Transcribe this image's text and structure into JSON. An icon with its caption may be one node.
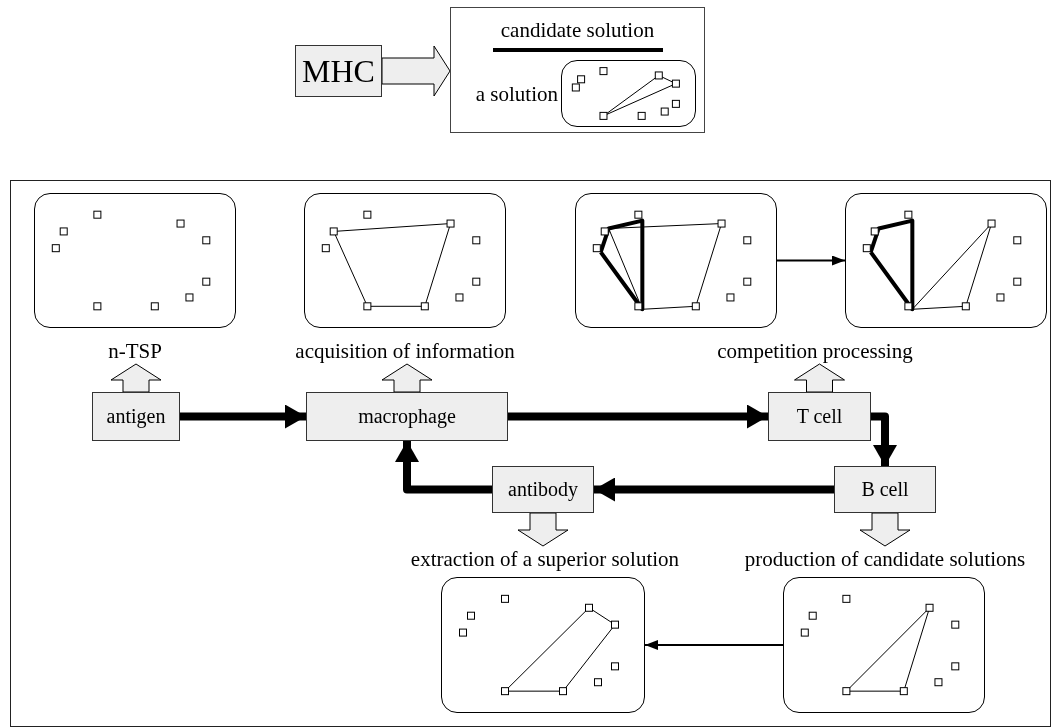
{
  "diagram": {
    "nodes": [
      {
        "text": [
          "MHC"
        ]
      },
      {
        "text": [
          "candidate solution"
        ]
      },
      {
        "text": [],
        "shape": "picture",
        "in": 1,
        "beside": [
          "a solution"
        ]
      },
      {
        "text": [],
        "shape": "box"
      },
      {
        "text": [],
        "shape": "picture",
        "in": 3
      },
      {
        "text": [],
        "shape": "picture",
        "in": 3
      },
      {
        "text": [],
        "shape": "picture",
        "in": 3
      },
      {
        "text": [],
        "shape": "picture",
        "in": 3
      },
      {
        "text": [
          "n-TSP"
        ],
        "in": 3
      },
      {
        "text": [
          "acquisition of information"
        ],
        "in": 3
      },
      {
        "text": [
          "competition processing"
        ],
        "in": 3
      },
      {
        "text": [
          "antigen"
        ],
        "in": 3
      },
      {
        "text": [
          "macrophage"
        ],
        "in": 3
      },
      {
        "text": [
          "T cell"
        ],
        "in": 3
      },
      {
        "text": [
          "B cell"
        ],
        "in": 3
      },
      {
        "text": [
          "antibody"
        ],
        "in": 3
      },
      {
        "text": [
          "extraction of a superior solution"
        ],
        "in": 3
      },
      {
        "text": [
          "production of candidate solutions"
        ],
        "in": 3
      },
      {
        "text": [],
        "shape": "picture",
        "in": 3
      },
      {
        "text": [],
        "shape": "picture",
        "in": 3
      }
    ],
    "edges": [
      {
        "from": 0,
        "to": 1,
        "arrow": "to",
        "style": "thick",
        "color": "#eeeeee"
      },
      {
        "from": 6,
        "to": 7,
        "arrow": "to"
      },
      {
        "from": 11,
        "to": 12,
        "arrow": "to"
      },
      {
        "from": 12,
        "to": 13,
        "arrow": "to"
      },
      {
        "from": 13,
        "to": 14,
        "arrow": "to"
      },
      {
        "from": 14,
        "to": 15,
        "arrow": "to"
      },
      {
        "from": 15,
        "to": 12,
        "arrow": "to"
      },
      {
        "from": 11,
        "to": 8,
        "arrow": "to",
        "style": "thick",
        "color": "#eeeeee"
      },
      {
        "from": 12,
        "to": 9,
        "arrow": "to",
        "style": "thick",
        "color": "#eeeeee"
      },
      {
        "from": 13,
        "to": 10,
        "arrow": "to",
        "style": "thick",
        "color": "#eeeeee"
      },
      {
        "from": 15,
        "to": 16,
        "arrow": "to",
        "style": "thick",
        "color": "#eeeeee"
      },
      {
        "from": 14,
        "to": 17,
        "arrow": "to",
        "style": "thick",
        "color": "#eeeeee"
      },
      {
        "from": 19,
        "to": 18,
        "arrow": "to"
      }
    ]
  }
}
